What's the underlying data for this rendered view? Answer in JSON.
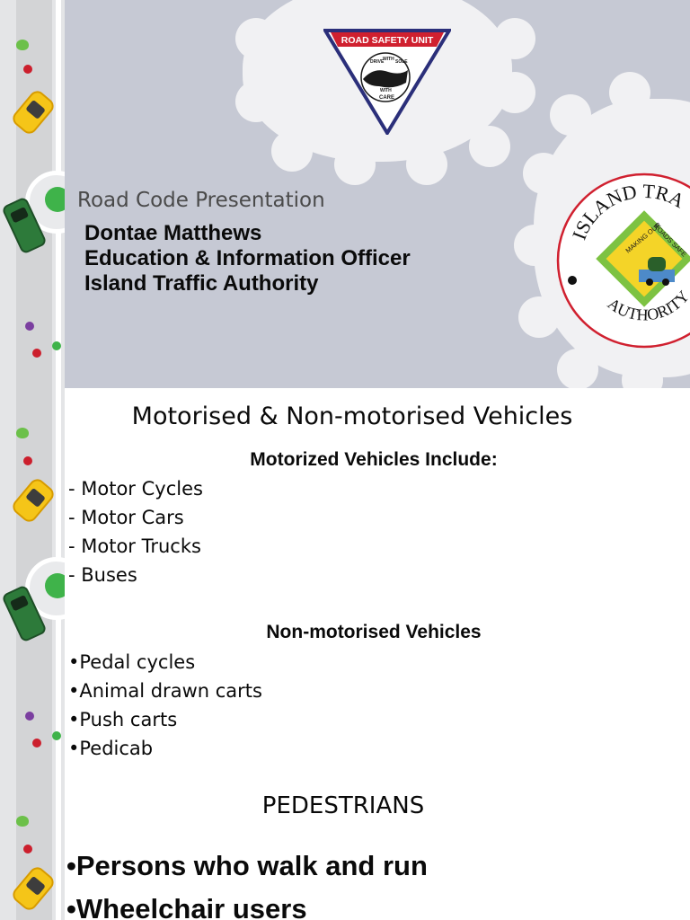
{
  "header": {
    "subtitle": "Road Code Presentation",
    "presenter_lines": [
      "Dontae Matthews",
      "Education & Information Officer",
      "Island Traffic Authority"
    ],
    "road_safety_logo": {
      "title": "ROAD SAFETY UNIT",
      "motto_words": [
        "DRIVE",
        "WITH",
        "SOLE",
        "WITH",
        "CARE"
      ]
    },
    "ita_seal": {
      "top_text": "ISLAND TRA",
      "bottom_text": "AUTHORITY",
      "inner_left": "MAKING OUR",
      "inner_right": "ROADS SAFE"
    }
  },
  "body": {
    "title": "Motorised & Non-motorised Vehicles",
    "motorized": {
      "heading": "Motorized Vehicles Include:",
      "items": [
        "- Motor Cycles",
        "- Motor Cars",
        "- Motor Trucks",
        "- Buses"
      ]
    },
    "non_motorised": {
      "heading": "Non-motorised Vehicles",
      "items": [
        "•Pedal cycles",
        "•Animal drawn carts",
        "•Push carts",
        "•Pedicab"
      ]
    },
    "pedestrians": {
      "heading": "PEDESTRIANS",
      "items": [
        "•Persons who walk and run",
        "•Wheelchair users"
      ]
    }
  },
  "colors": {
    "header_bg": "#c6c9d4",
    "logo_red": "#d0202f",
    "logo_navy": "#2b2f7a",
    "seal_yellow": "#f4d428",
    "seal_green": "#7dc242"
  }
}
